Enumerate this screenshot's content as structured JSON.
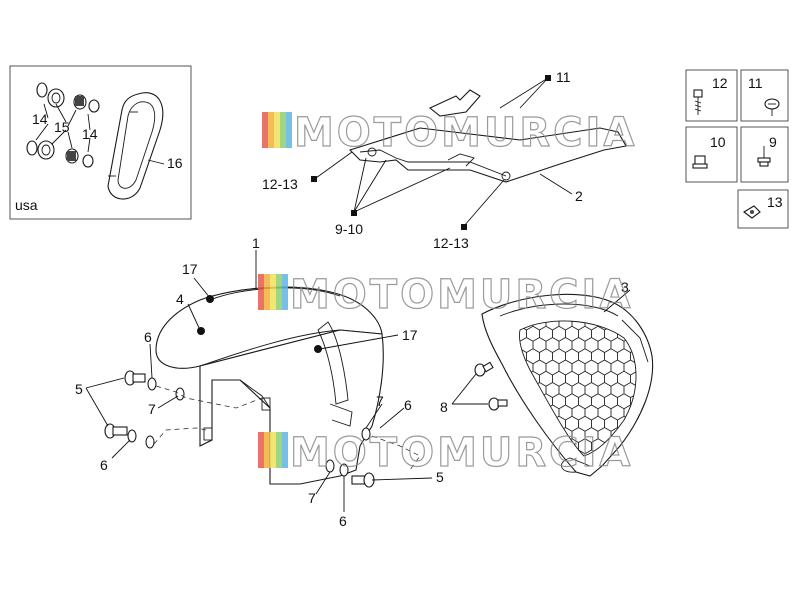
{
  "watermark": {
    "text": "MOTOMURCIA",
    "stripe_colors": [
      "#e85a4f",
      "#f2b13c",
      "#f5e05a",
      "#8fd16a",
      "#5fb4e6",
      "#c9c9c9"
    ]
  },
  "inset": {
    "region_label": "usa",
    "labels": [
      "14",
      "15",
      "14",
      "16"
    ]
  },
  "callouts": {
    "c1": "1",
    "c2": "2",
    "c3": "3",
    "c4": "4",
    "c5a": "5",
    "c5b": "5",
    "c6a": "6",
    "c6b": "6",
    "c6c": "6",
    "c6d": "6",
    "c7a": "7",
    "c7b": "7",
    "c7c": "7",
    "c8": "8",
    "c9_10": "9-10",
    "c11": "11",
    "c12_13a": "12-13",
    "c12_13b": "12-13",
    "c17a": "17",
    "c17b": "17"
  },
  "legend_boxes": [
    {
      "num": "12",
      "icon": "bolt-icon"
    },
    {
      "num": "11",
      "icon": "screw-icon"
    },
    {
      "num": "10",
      "icon": "nut-icon"
    },
    {
      "num": "9",
      "icon": "pin-icon"
    },
    {
      "num": "13",
      "icon": "clip-icon"
    }
  ]
}
